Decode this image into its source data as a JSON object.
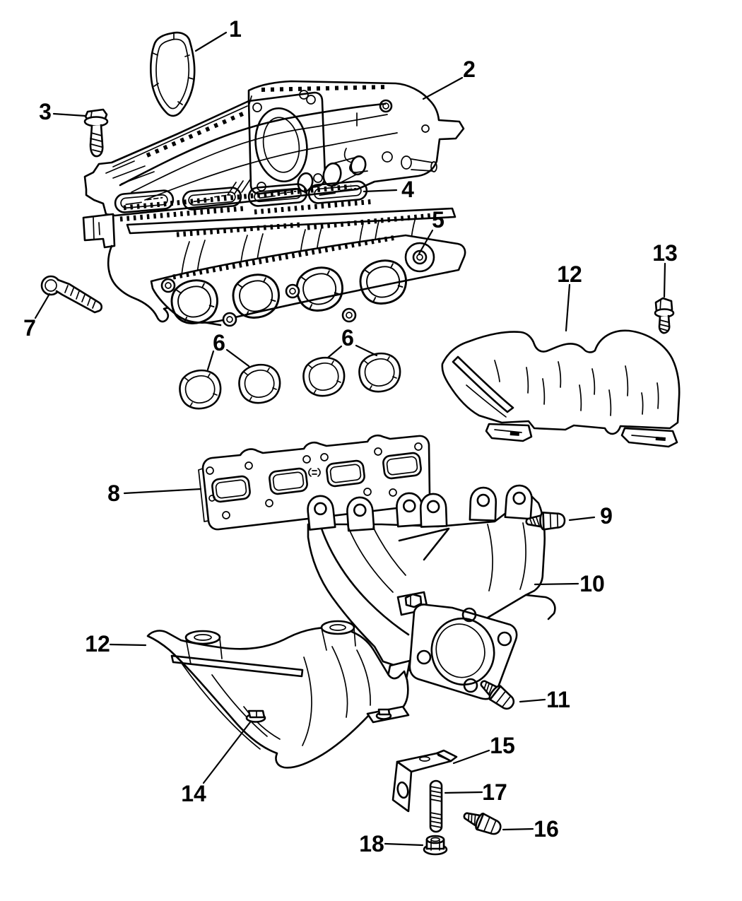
{
  "diagram": {
    "background_color": "#ffffff",
    "line_color": "#000000",
    "callouts": {
      "c1": {
        "label": "1"
      },
      "c2": {
        "label": "2"
      },
      "c3": {
        "label": "3"
      },
      "c4": {
        "label": "4"
      },
      "c5": {
        "label": "5"
      },
      "c6a": {
        "label": "6"
      },
      "c6b": {
        "label": "6"
      },
      "c7": {
        "label": "7"
      },
      "c8": {
        "label": "8"
      },
      "c9": {
        "label": "9"
      },
      "c10": {
        "label": "10"
      },
      "c11": {
        "label": "11"
      },
      "c12a": {
        "label": "12"
      },
      "c12b": {
        "label": "12"
      },
      "c13": {
        "label": "13"
      },
      "c14": {
        "label": "14"
      },
      "c15": {
        "label": "15"
      },
      "c16": {
        "label": "16"
      },
      "c17": {
        "label": "17"
      },
      "c18": {
        "label": "18"
      }
    }
  }
}
